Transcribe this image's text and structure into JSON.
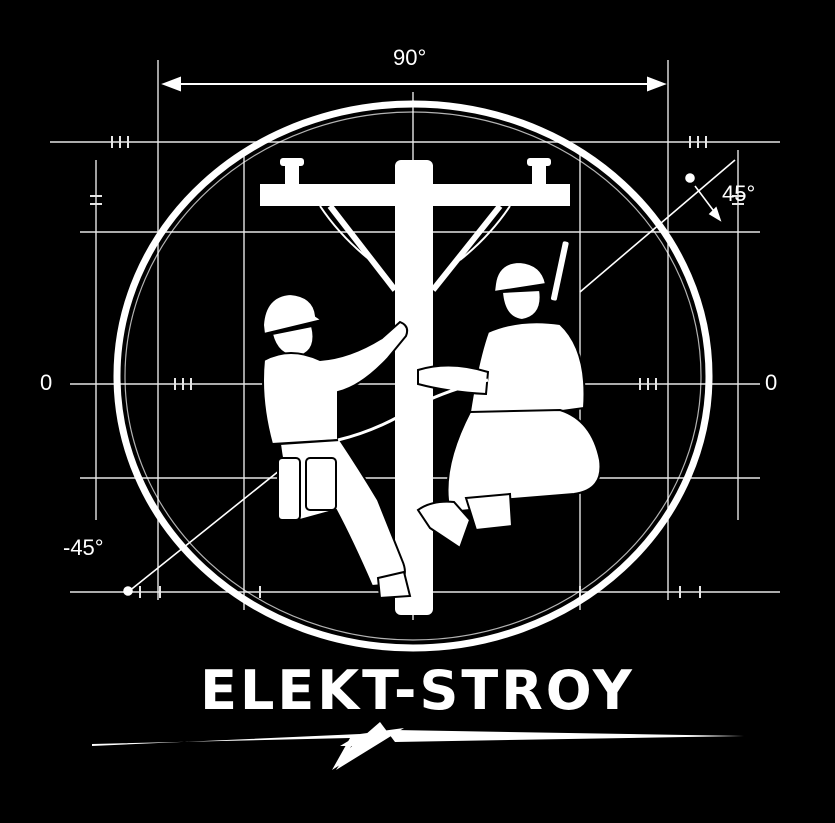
{
  "logo": {
    "angle_top": "90°",
    "angle_right_upper": "45°",
    "angle_left_lower": "-45°",
    "zero_left": "0",
    "zero_right": "0",
    "brand_name": "ELEKT-STROY"
  },
  "colors": {
    "background": "#000000",
    "foreground": "#ffffff"
  },
  "icons": [
    "utility-pole-icon",
    "lineman-left-icon",
    "lineman-right-icon",
    "lightning-bolt-icon",
    "crosshair-circle-icon"
  ]
}
